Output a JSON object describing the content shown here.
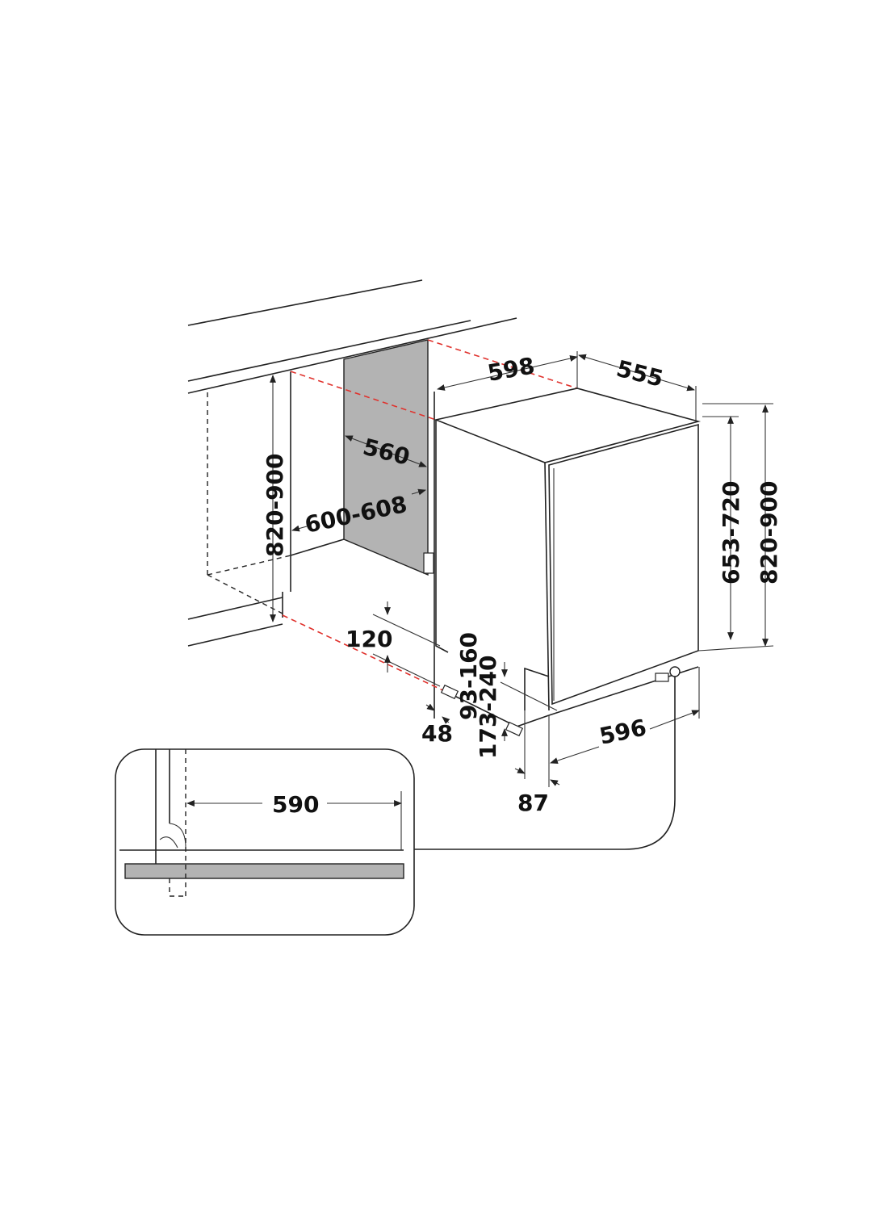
{
  "colors": {
    "line": "#222222",
    "panel": "#b3b3b3",
    "hidden_edge": "#e0322d"
  },
  "dimensions": {
    "appliance_width": "598",
    "appliance_depth": "555",
    "niche_depth": "560",
    "niche_width": "600-608",
    "niche_height": "820-900",
    "appliance_height_adjust": "653-720",
    "appliance_height": "820-900",
    "plinth_height": "120",
    "foot_front": "93-160",
    "foot_rear": "173-240",
    "side_offset": "48",
    "door_offset": "87",
    "door_width": "596",
    "inset_clearance": "590"
  }
}
